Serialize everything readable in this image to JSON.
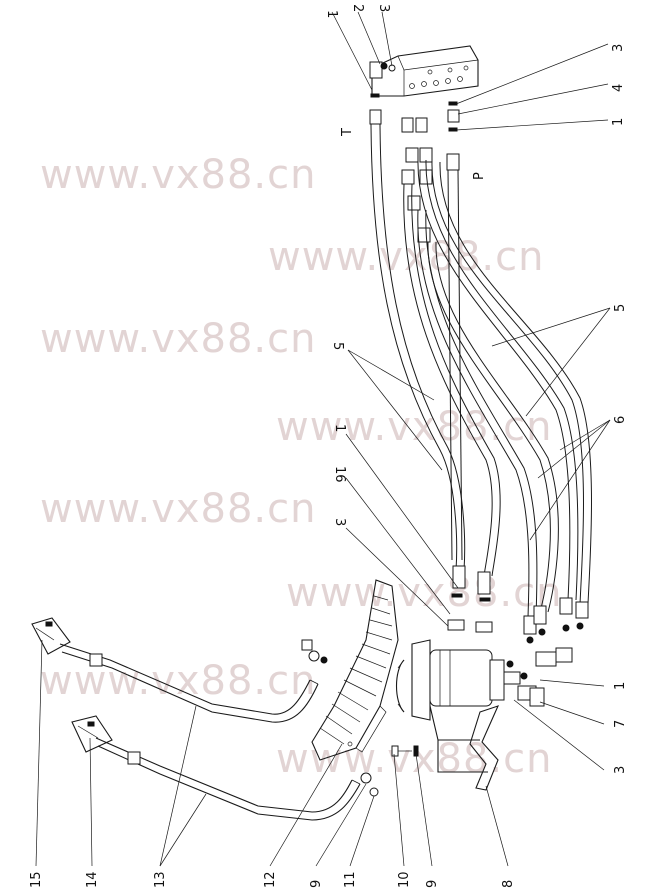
{
  "watermark_text": "www.vx88.cn",
  "port_labels": {
    "tank": "T",
    "pressure": "P"
  },
  "callouts": {
    "c1a": "1",
    "c2": "2",
    "c3a": "3",
    "c3b": "3",
    "c4": "4",
    "c1b": "1",
    "c5a": "5",
    "c5b": "5",
    "c6": "6",
    "c1c": "1",
    "c16": "16",
    "c3c": "3",
    "c1d": "1",
    "c7": "7",
    "c3d": "3",
    "c15": "15",
    "c14": "14",
    "c13": "13",
    "c12": "12",
    "c9a": "9",
    "c11": "11",
    "c10": "10",
    "c9b": "9",
    "c8": "8"
  }
}
